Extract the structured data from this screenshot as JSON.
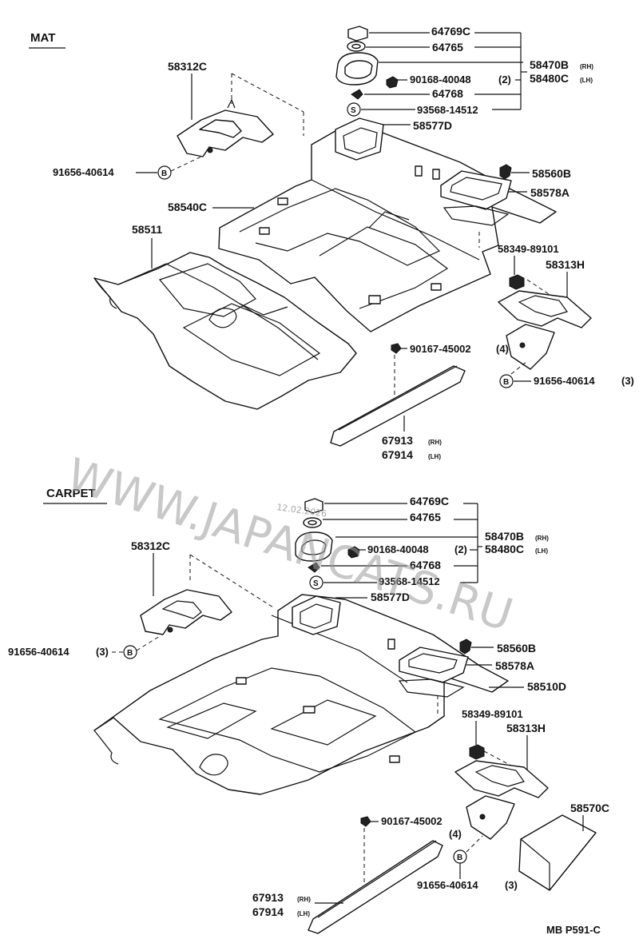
{
  "sections": {
    "mat": "MAT",
    "carpet": "CARPET"
  },
  "mat_labels": {
    "p64769c": "64769C",
    "p64765": "64765",
    "p58470b": "58470B",
    "p58480c": "58480C",
    "rh": "(RH)",
    "lh": "(LH)",
    "p90168": "90168-40048",
    "q2": "(2)",
    "p64768": "64768",
    "p93568": "93568-14512",
    "p58577d": "58577D",
    "p58312c": "58312C",
    "p91656a": "91656-40614",
    "p58560b": "58560B",
    "p58578a": "58578A",
    "p58540c": "58540C",
    "p58511": "58511",
    "p58349": "58349-89101",
    "p58313h": "58313H",
    "p90167": "90167-45002",
    "q4": "(4)",
    "p91656b": "91656-40614",
    "q3": "(3)",
    "p67913": "67913",
    "p67914": "67914"
  },
  "carpet_labels": {
    "p64769c": "64769C",
    "p64765": "64765",
    "p58470b": "58470B",
    "p58480c": "58480C",
    "rh": "(RH)",
    "lh": "(LH)",
    "p90168": "90168-40048",
    "q2": "(2)",
    "p64768": "64768",
    "p93568": "93568-14512",
    "p58577d": "58577D",
    "p58312c": "58312C",
    "p91656a": "91656-40614",
    "q3a": "(3)",
    "p58560b": "58560B",
    "p58578a": "58578A",
    "p58510d": "58510D",
    "p58349": "58349-89101",
    "p58313h": "58313H",
    "p58570c": "58570C",
    "p90167": "90167-45002",
    "q4": "(4)",
    "p91656b": "91656-40614",
    "q3b": "(3)",
    "p67913": "67913",
    "p67914": "67914"
  },
  "symbols": {
    "bolt": "B",
    "screw": "S"
  },
  "watermark": "WWW.JAPANCATS.RU",
  "watermark_date": "12.02.2026",
  "footer": "MB  P591-C"
}
